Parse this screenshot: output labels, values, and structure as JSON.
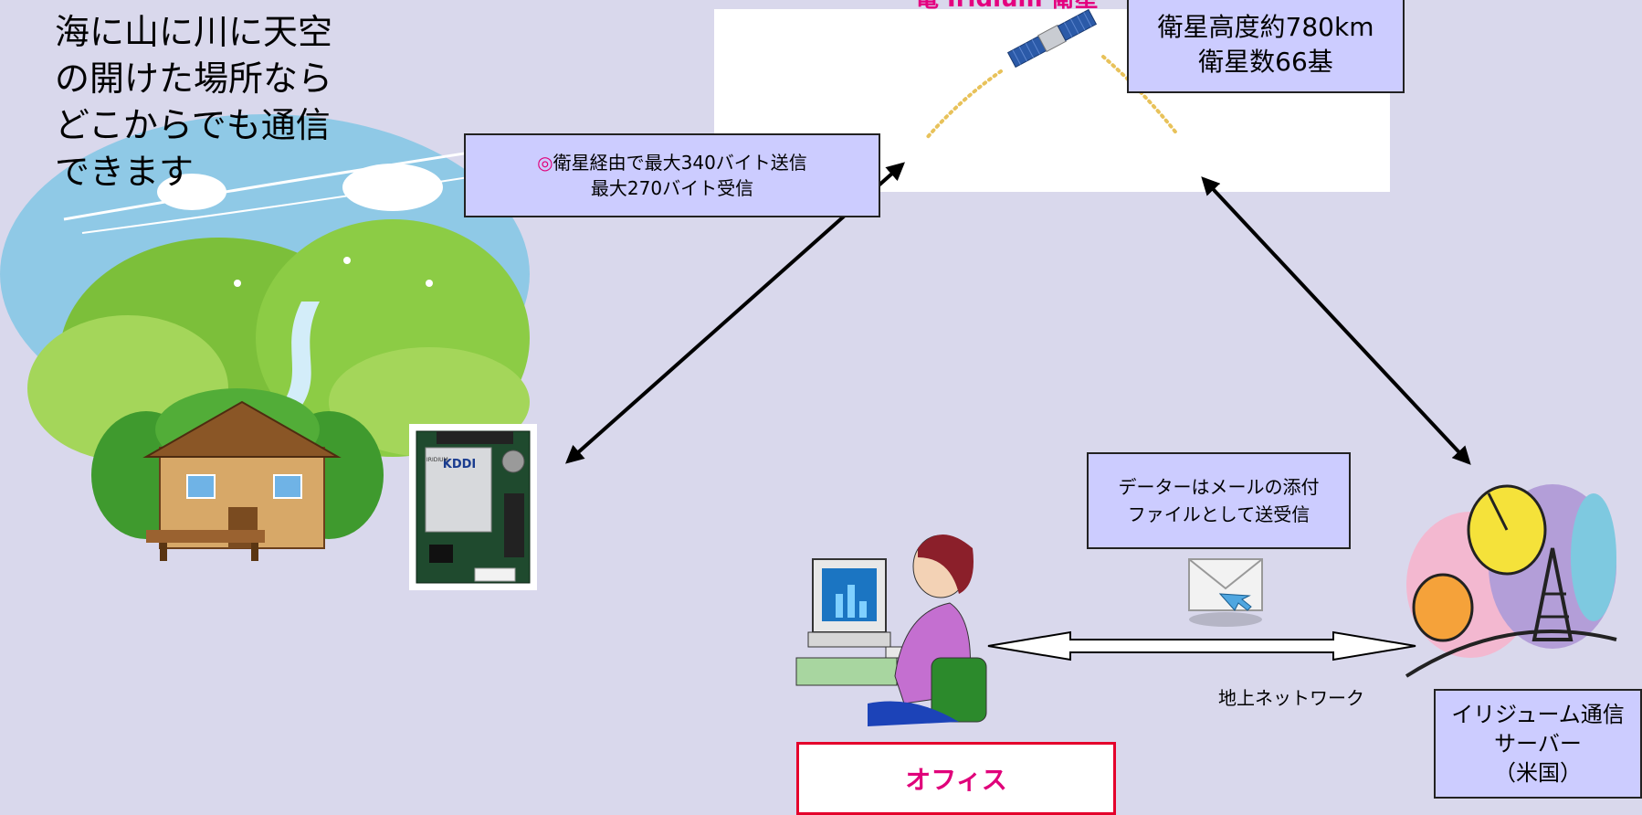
{
  "intro": {
    "lines": [
      "海に山に川に天空",
      "の開けた場所なら",
      "どこからでも通信",
      "できます"
    ]
  },
  "satellite_panel": {
    "top_label": "電  Iridium 衛星"
  },
  "orbit_box": {
    "line1": "衛星高度約780km",
    "line2": "衛星数66基"
  },
  "payload_box": {
    "mark": "◎",
    "line1": "衛星経由で最大340バイト送信",
    "line2": "最大270バイト受信"
  },
  "module": {
    "brand": "KDDI",
    "sub": "IRIDIUM"
  },
  "email_box": {
    "line1": "データーはメールの添付",
    "line2": "ファイルとして送受信"
  },
  "ground_network": {
    "label": "地上ネットワーク"
  },
  "server_box": {
    "line1": "イリジューム通信",
    "line2": "サーバー",
    "line3": "（米国）"
  },
  "office_box": {
    "label": "オフィス"
  },
  "colors": {
    "background": "#d9d8ec",
    "label_box": "#ccccff",
    "accent_magenta": "#e0007a",
    "office_border": "#e4002b"
  }
}
